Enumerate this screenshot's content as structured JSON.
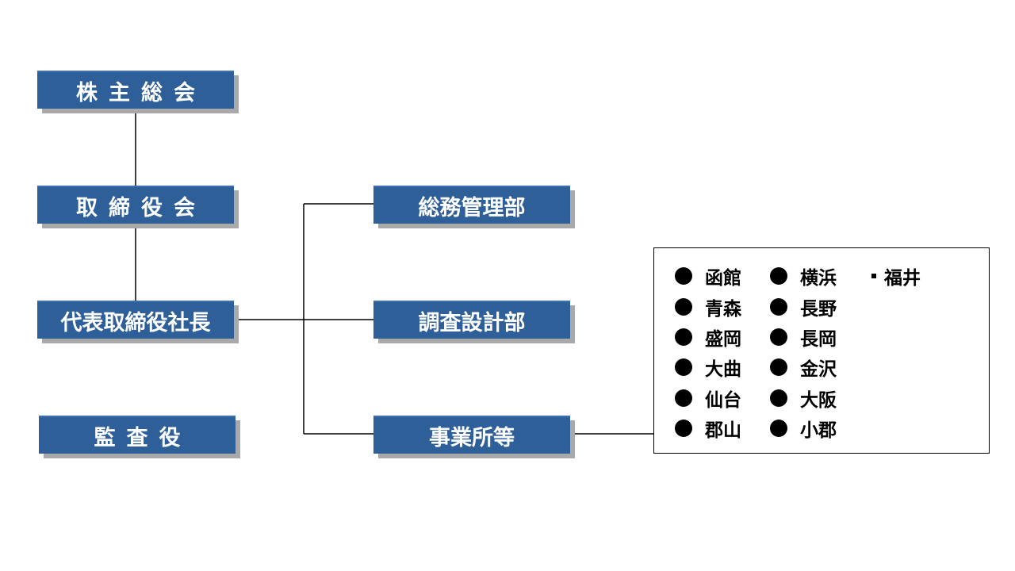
{
  "org_chart": {
    "shareholders": "株主総会",
    "board": "取締役会",
    "president": "代表取締役社長",
    "auditor": "監査役",
    "general_affairs": "総務管理部",
    "survey_design": "調査設計部",
    "offices": "事業所等"
  },
  "offices": {
    "column1": [
      "函館",
      "青森",
      "盛岡",
      "大曲",
      "仙台",
      "郡山"
    ],
    "column2": [
      "横浜",
      "長野",
      "長岡",
      "金沢",
      "大阪",
      "小郡"
    ],
    "column3": [
      "福井"
    ]
  },
  "colors": {
    "node_fill": "#2f5f98",
    "node_shadow": "#a9a9a9",
    "line": "#000000"
  }
}
